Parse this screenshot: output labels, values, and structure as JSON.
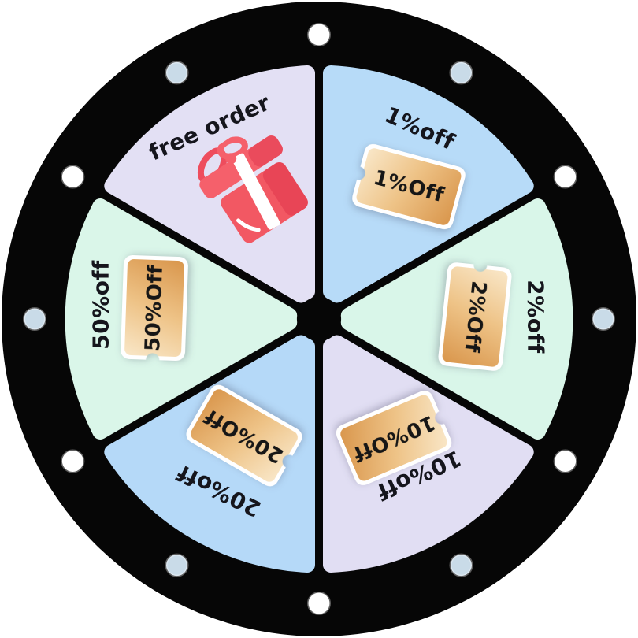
{
  "wheel": {
    "background": "#ffffff",
    "ring": {
      "color": "#060606",
      "dot_count": 12,
      "dot_color_even": "#ffffff",
      "dot_color_odd": "#c9dbe8"
    },
    "segments": [
      {
        "id": "free-order",
        "label": "free order",
        "ticket": null,
        "color": "#e3e0f4",
        "icon": "gift-icon"
      },
      {
        "id": "1-off",
        "label": "1%off",
        "ticket": "1%Off",
        "color": "#b7dbf8",
        "icon": null
      },
      {
        "id": "2-off",
        "label": "2%off",
        "ticket": "2%Off",
        "color": "#d9f6e9",
        "icon": null
      },
      {
        "id": "10-off",
        "label": "10%off",
        "ticket": "10%Off",
        "color": "#e1def3",
        "icon": null
      },
      {
        "id": "20-off",
        "label": "20%off",
        "ticket": "20%Off",
        "color": "#b5d9f8",
        "icon": null
      },
      {
        "id": "50-off",
        "label": "50%off",
        "ticket": "50%Off",
        "color": "#daf6e9",
        "icon": null
      }
    ],
    "ticket_style": {
      "border_color": "#ffffff",
      "gradient": [
        "#f9e7c8",
        "#eec387",
        "#d9964c"
      ],
      "text_color": "#161616"
    },
    "gift_colors": {
      "red_light": "#f5606b",
      "red": "#f25863",
      "red_dark": "#e84556",
      "ribbon": "#ffffff"
    },
    "label_color": "#15151c"
  }
}
